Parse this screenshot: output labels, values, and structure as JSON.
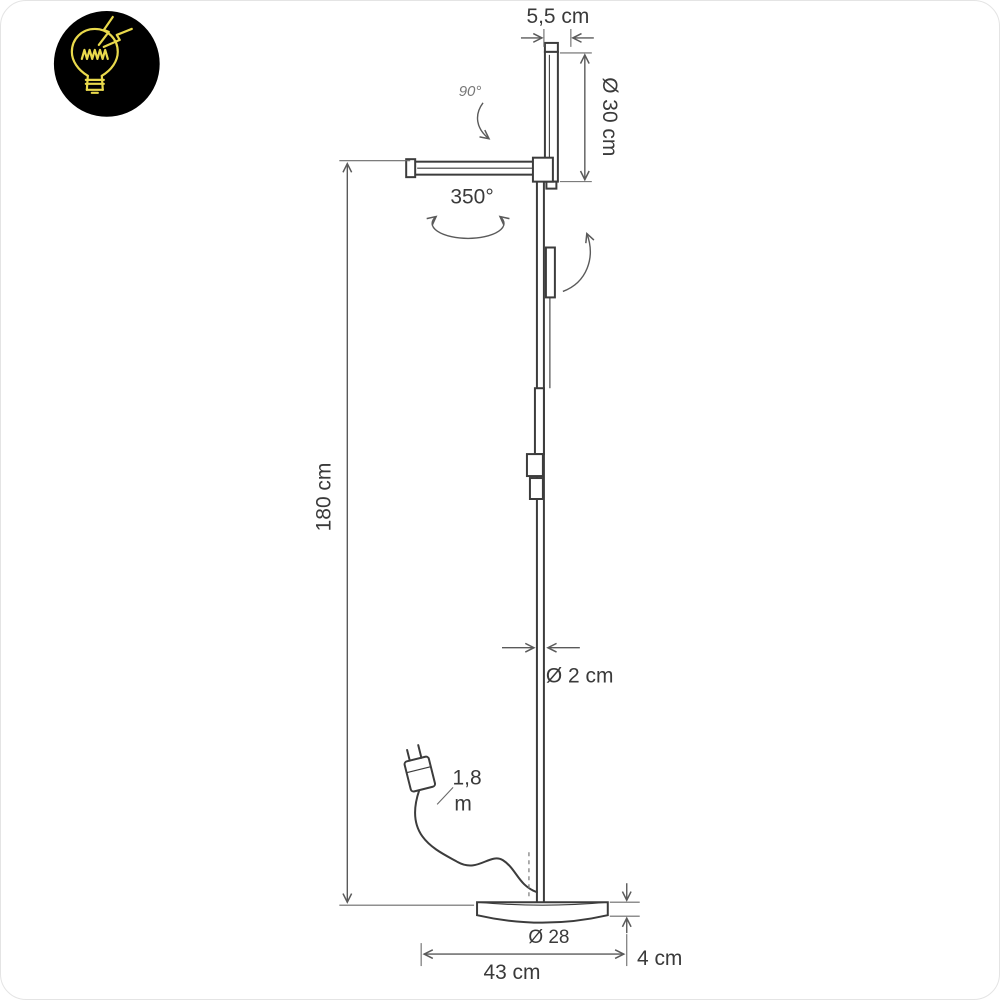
{
  "page": {
    "background": "#ffffff",
    "border_color": "#e4e4e4"
  },
  "logo": {
    "name": "light-bulb-brand-logo",
    "bg_color": "#000000",
    "accent_color": "#e9d94c"
  },
  "diagram": {
    "subject": "floor lamp dimension drawing with rotatable head",
    "line_color": "#3c3c3c",
    "dimension_color": "#5a5a5a",
    "labels": {
      "head_width": "5,5 cm",
      "head_length": "Ø 30 cm",
      "head_tilt_angle": "90°",
      "pole_rotation_angle": "350°",
      "lamp_height": "180 cm",
      "pole_diameter": "Ø 2 cm",
      "cable_length_value": "1,8",
      "cable_length_unit": "m",
      "base_diameter": "Ø 28",
      "footprint_width": "43 cm",
      "base_height": "4 cm"
    }
  }
}
